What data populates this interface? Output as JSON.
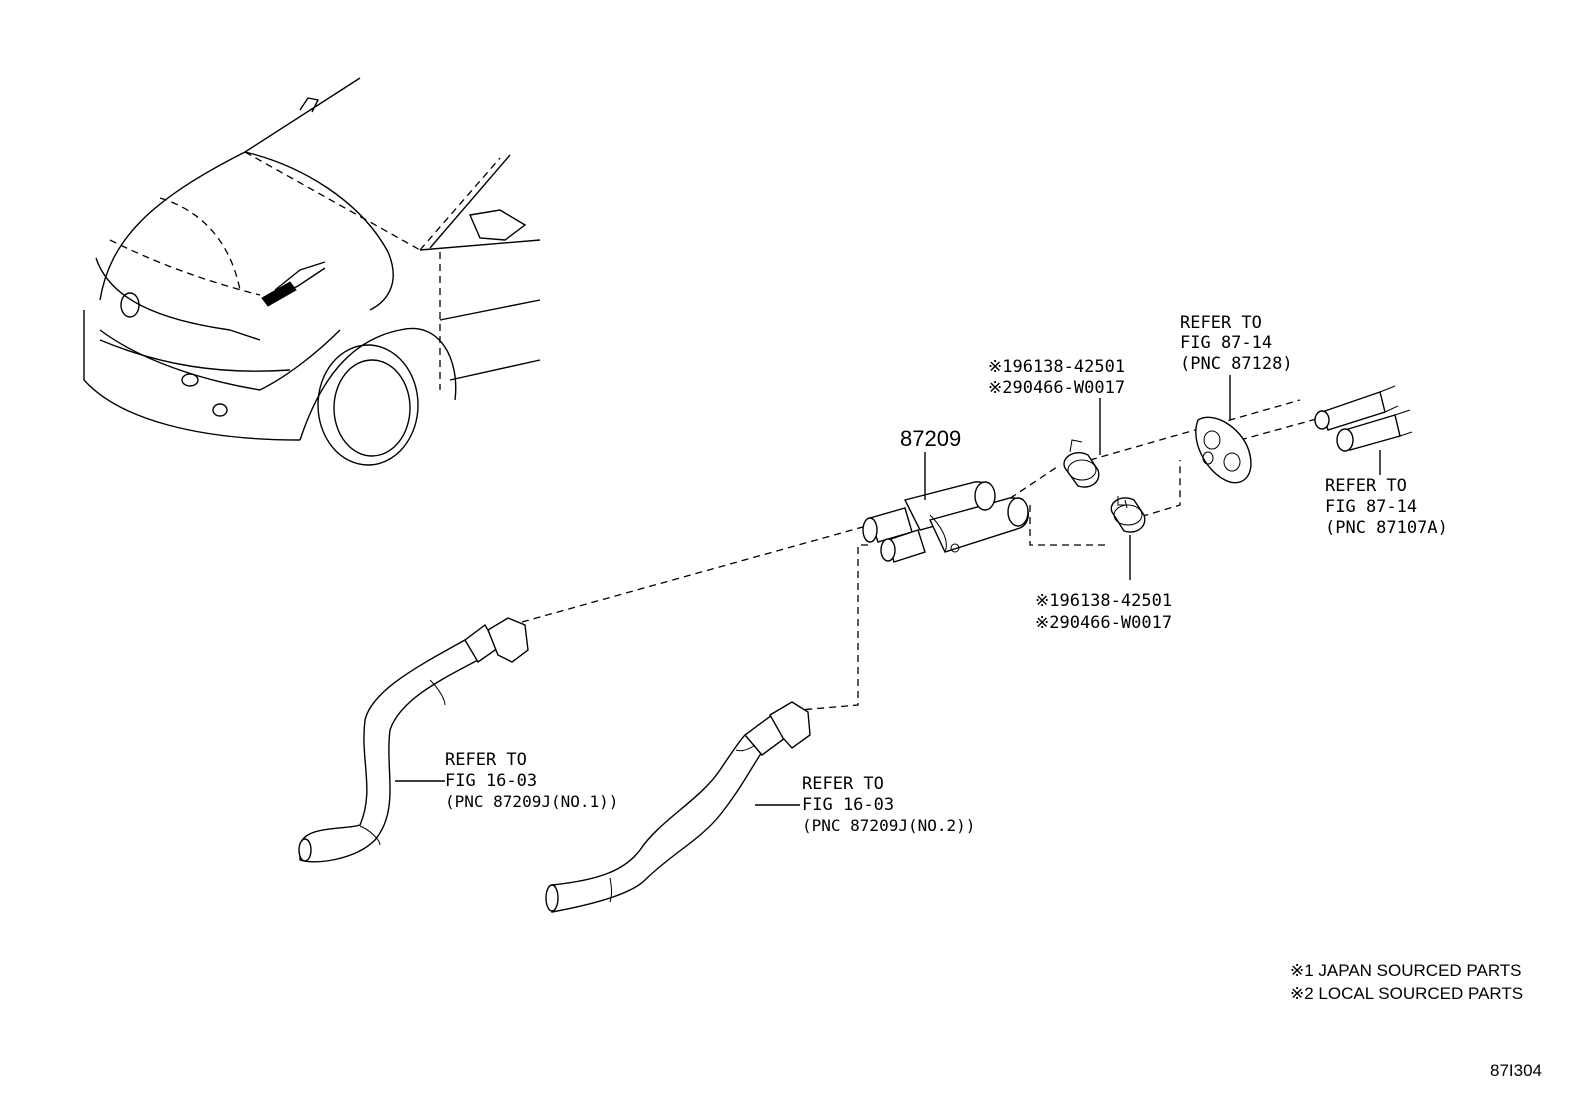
{
  "main_part": {
    "pnc": "87209"
  },
  "clamps_upper": {
    "line1": "※196138-42501",
    "line2": "※290466-W0017"
  },
  "clamps_lower": {
    "line1": "※196138-42501",
    "line2": "※290466-W0017"
  },
  "ref_grommet": {
    "line1": "REFER TO",
    "line2": "FIG 87-14",
    "line3": "(PNC 87128)"
  },
  "ref_pipes": {
    "line1": "REFER TO",
    "line2": "FIG 87-14",
    "line3": "(PNC 87107A)"
  },
  "ref_hose1": {
    "line1": "REFER TO",
    "line2": "FIG 16-03",
    "line3": "(PNC 87209J(NO.1))"
  },
  "ref_hose2": {
    "line1": "REFER TO",
    "line2": "FIG 16-03",
    "line3": "(PNC 87209J(NO.2))"
  },
  "legend": {
    "line1": "※1 JAPAN SOURCED PARTS",
    "line2": "※2 LOCAL SOURCED PARTS"
  },
  "figure_code": "87I304"
}
